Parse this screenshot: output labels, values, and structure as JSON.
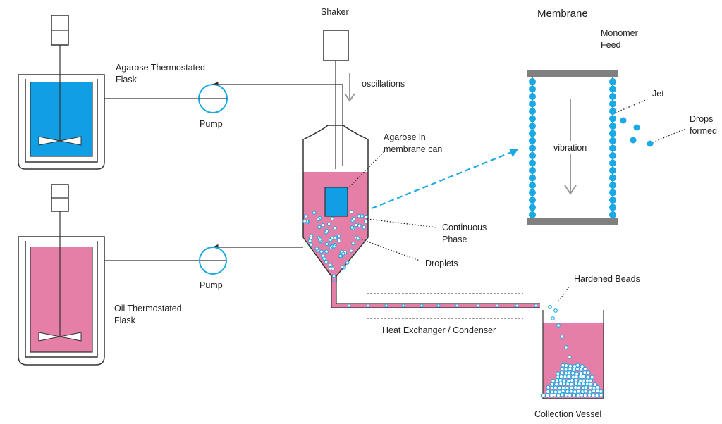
{
  "labels": {
    "agarose_flask": [
      "Agarose Thermostated",
      "Flask"
    ],
    "oil_flask": [
      "Oil Thermostated",
      "Flask"
    ],
    "pump_top": "Pump",
    "pump_bottom": "Pump",
    "shaker": "Shaker",
    "oscillations": "oscillations",
    "agarose_can": [
      "Agarose in",
      "membrane can"
    ],
    "continuous_phase": [
      "Continuous",
      "Phase"
    ],
    "droplets": "Droplets",
    "heat_exchanger": "Heat Exchanger / Condenser",
    "hardened_beads": "Hardened Beads",
    "collection_vessel": "Collection Vessel",
    "membrane_title": "Membrane",
    "monomer_feed": [
      "Monomer",
      "Feed"
    ],
    "jet": "Jet",
    "drops_formed": [
      "Drops",
      "formed"
    ],
    "vibration": "vibration"
  },
  "colors": {
    "agarose": "#109ee4",
    "oil": "#e57fa8",
    "bead": "#19a9e5",
    "frame": "#808080",
    "arrow": "#9a9a9a",
    "line": "#333333"
  }
}
